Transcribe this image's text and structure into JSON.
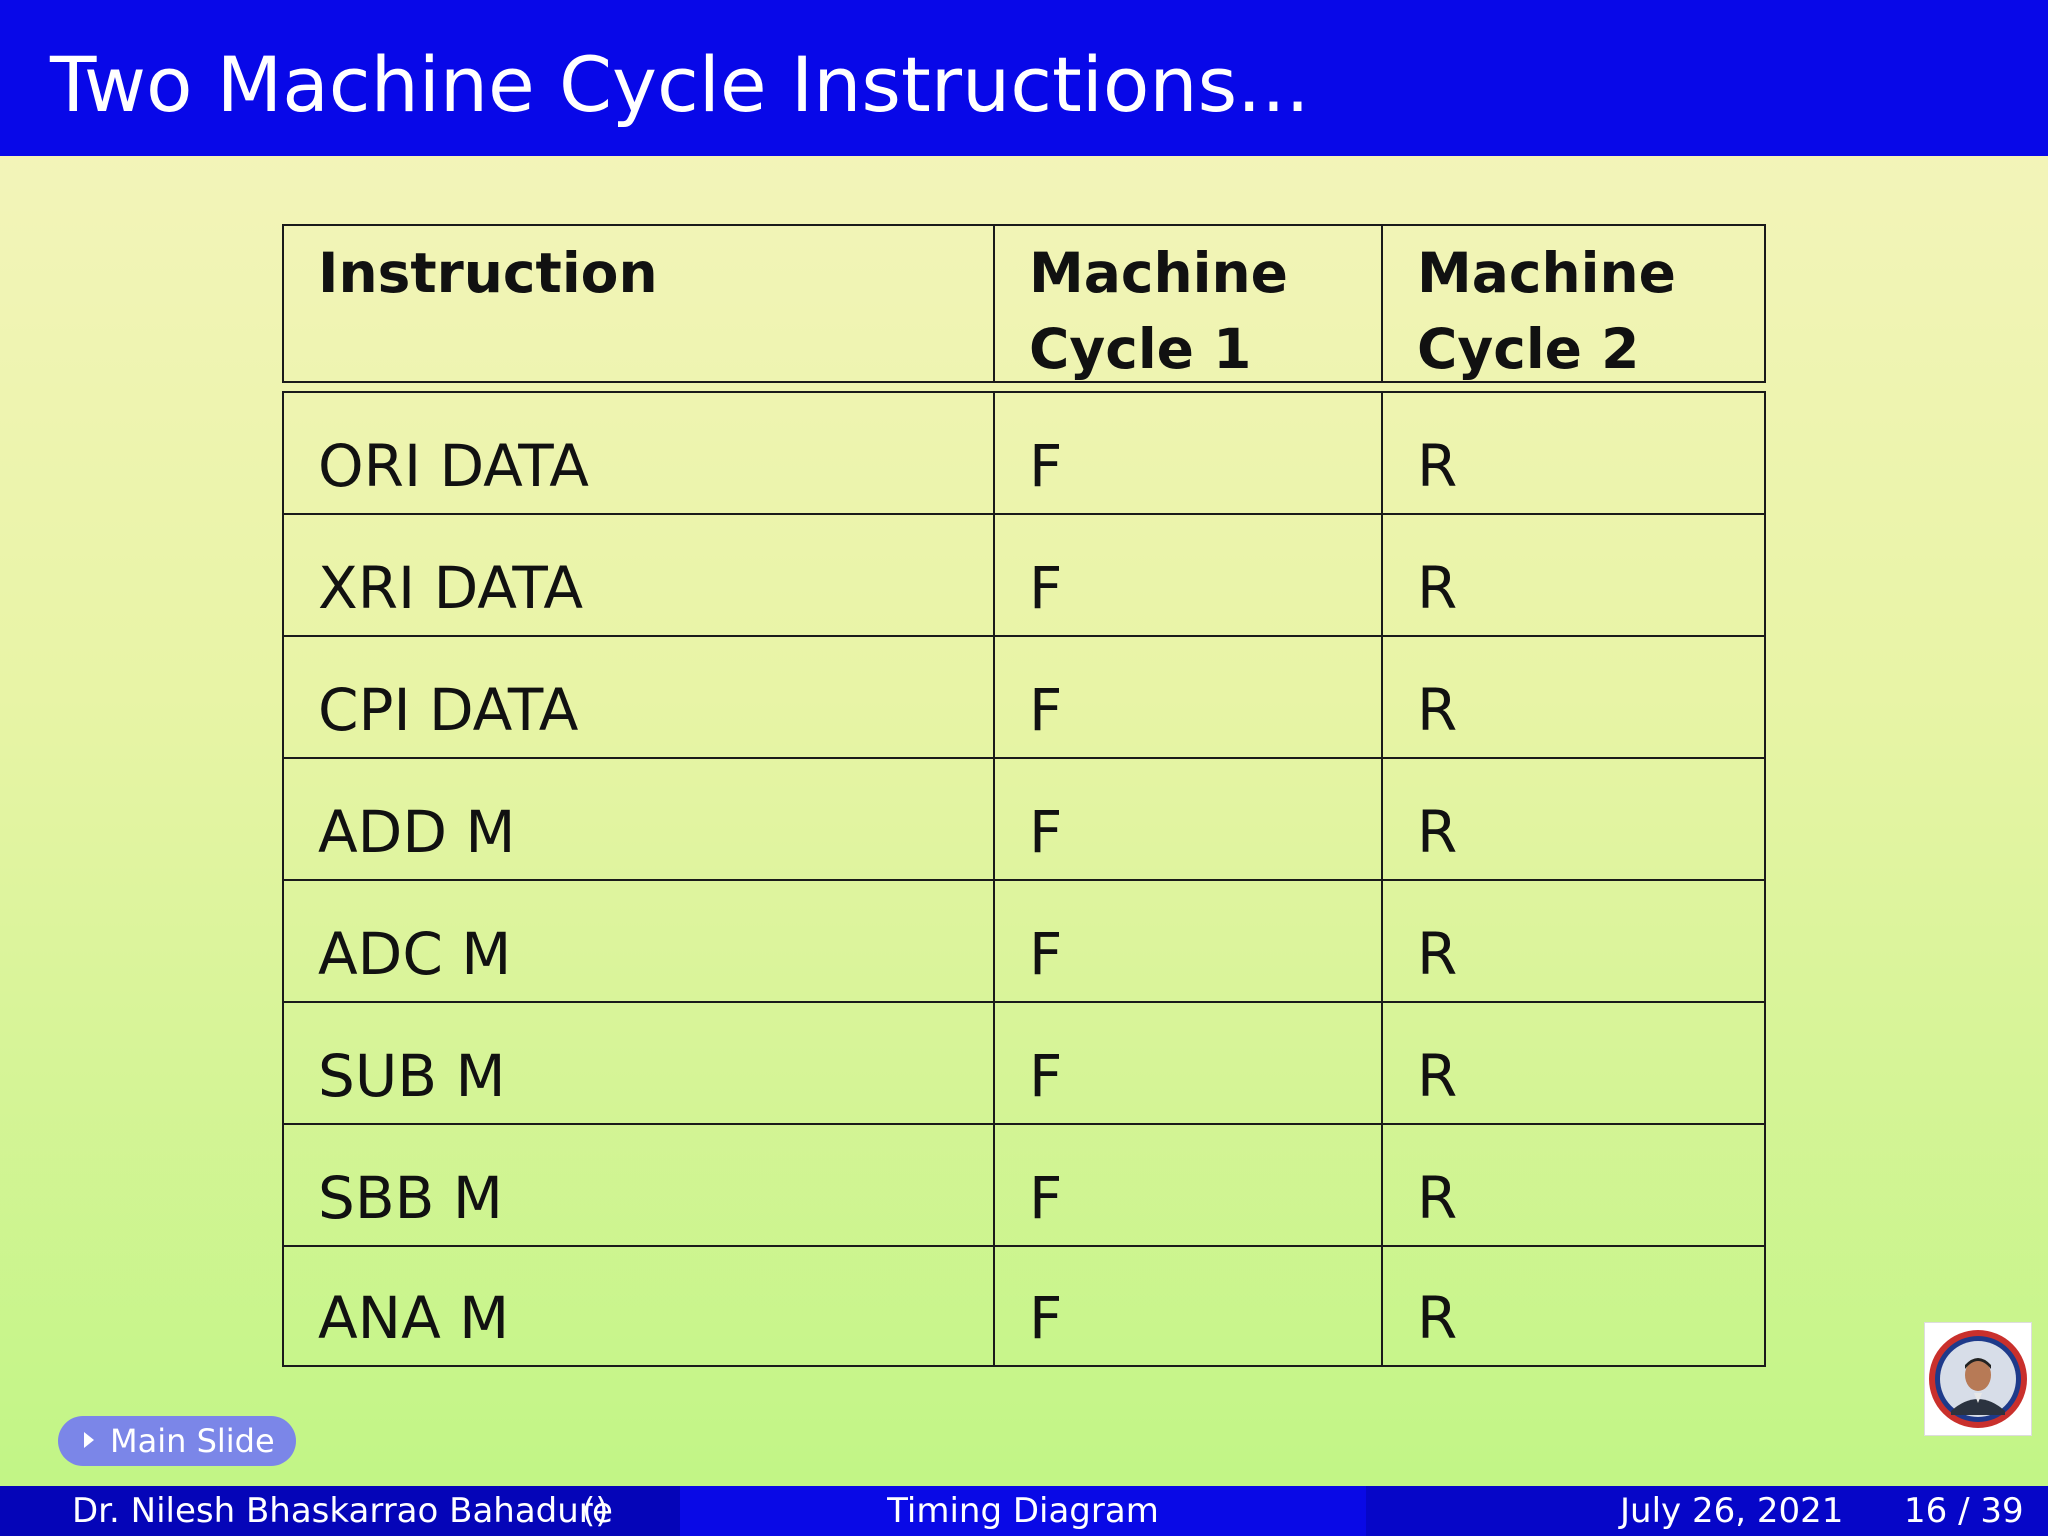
{
  "slide": {
    "title": "Two Machine Cycle Instructions..."
  },
  "table": {
    "headers": [
      [
        "Instruction"
      ],
      [
        "Machine",
        "Cycle 1"
      ],
      [
        "Machine",
        "Cycle 2"
      ]
    ],
    "rows": [
      [
        "ORI DATA",
        "F",
        "R"
      ],
      [
        "XRI DATA",
        "F",
        "R"
      ],
      [
        "CPI DATA",
        "F",
        "R"
      ],
      [
        "ADD M",
        "F",
        "R"
      ],
      [
        "ADC M",
        "F",
        "R"
      ],
      [
        "SUB M",
        "F",
        "R"
      ],
      [
        "SBB M",
        "F",
        "R"
      ],
      [
        "ANA M",
        "F",
        "R"
      ]
    ]
  },
  "nav": {
    "main_slide_label": "Main Slide"
  },
  "footer": {
    "author": "Dr. Nilesh Bhaskarrao Bahadure",
    "author_suffix": "()",
    "topic": "Timing Diagram",
    "date": "July 26, 2021",
    "page": "16 / 39"
  },
  "colors": {
    "header_bg": "#0808e8",
    "footer_left": "#0505b8",
    "footer_mid": "#0909e6",
    "footer_right": "#0606c8",
    "button_bg": "#7b86e8"
  }
}
